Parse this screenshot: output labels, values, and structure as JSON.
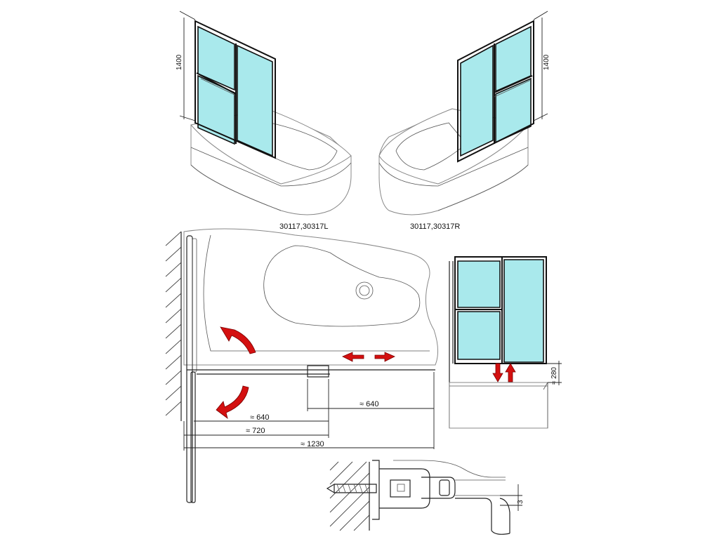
{
  "captions": {
    "left_model": "30117,30317L",
    "right_model": "30117,30317R"
  },
  "dimensions": {
    "height_left": "1400",
    "height_right": "1400",
    "width_slide": "≈ 640",
    "width_panel": "≈ 640",
    "width_720": "≈ 720",
    "width_total": "≈ 1230",
    "raise": "≈ 280",
    "gap": "3"
  },
  "colors": {
    "glass": "#a9e9ec",
    "arrow": "#d41010",
    "frame": "#111111"
  }
}
